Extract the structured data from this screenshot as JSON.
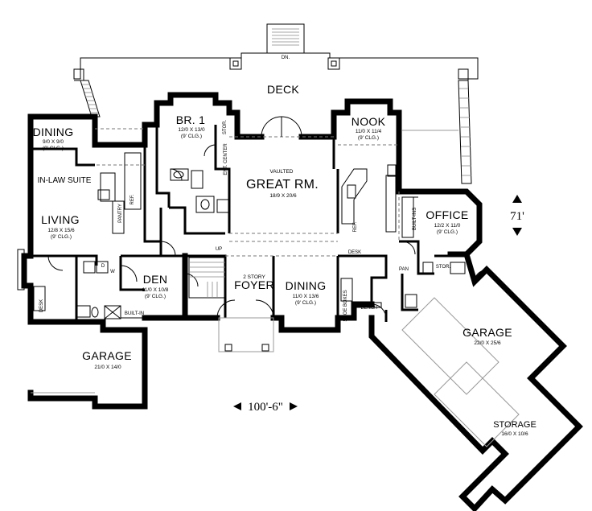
{
  "rooms": {
    "deck": {
      "name": "DECK",
      "dn": "DN."
    },
    "br1": {
      "name": "BR. 1",
      "dim": "12/0 X 13/0",
      "clg": "(9' CLG.)"
    },
    "nook": {
      "name": "NOOK",
      "dim": "11/0 X 11/4",
      "clg": "(9' CLG.)"
    },
    "dining_inlaw": {
      "name": "DINING",
      "dim": "9/0 X 9/0",
      "clg": "(9' CLG.)"
    },
    "inlaw_suite": {
      "name": "IN-LAW SUITE"
    },
    "living": {
      "name": "LIVING",
      "dim": "12/8 X 15/6",
      "clg": "(9' CLG.)"
    },
    "great_rm": {
      "vaulted": "VAULTED",
      "name": "GREAT RM.",
      "dim": "18/9 X 20/6"
    },
    "office": {
      "name": "OFFICE",
      "dim": "12/2 X 11/0",
      "clg": "(9' CLG.)"
    },
    "den": {
      "name": "DEN",
      "dim": "11/0 X 10/8",
      "clg": "(9' CLG.)"
    },
    "foyer": {
      "story": "2 STORY",
      "name": "FOYER"
    },
    "dining_main": {
      "name": "DINING",
      "dim": "11/0 X 13/6",
      "clg": "(9' CLG.)"
    },
    "garage_left": {
      "name": "GARAGE",
      "dim": "21/0 X 14/0"
    },
    "garage_right": {
      "name": "GARAGE",
      "dim": "22/0 X 25/6"
    },
    "storage": {
      "name": "STORAGE",
      "dim": "16/0 X 10/6"
    }
  },
  "labels": {
    "stor_top": "STOR.",
    "ent_center": "ENT. CENTER",
    "pantry": "PANTRY",
    "ref_left": "REF.",
    "ref_kitchen": "REF.",
    "up": "UP",
    "desk_left": "DESK",
    "desk_right": "DESK",
    "built_ins_office": "BUILT-INS",
    "built_in_den": "BUILT-IN",
    "pan": "PAN",
    "stor_right": "STOR.",
    "bench": "BENCH",
    "shoe_boxes": "SHOE BOXES",
    "washer": "W",
    "dryer": "D"
  },
  "dimensions": {
    "width": "100'-6\"",
    "depth": "71'"
  }
}
